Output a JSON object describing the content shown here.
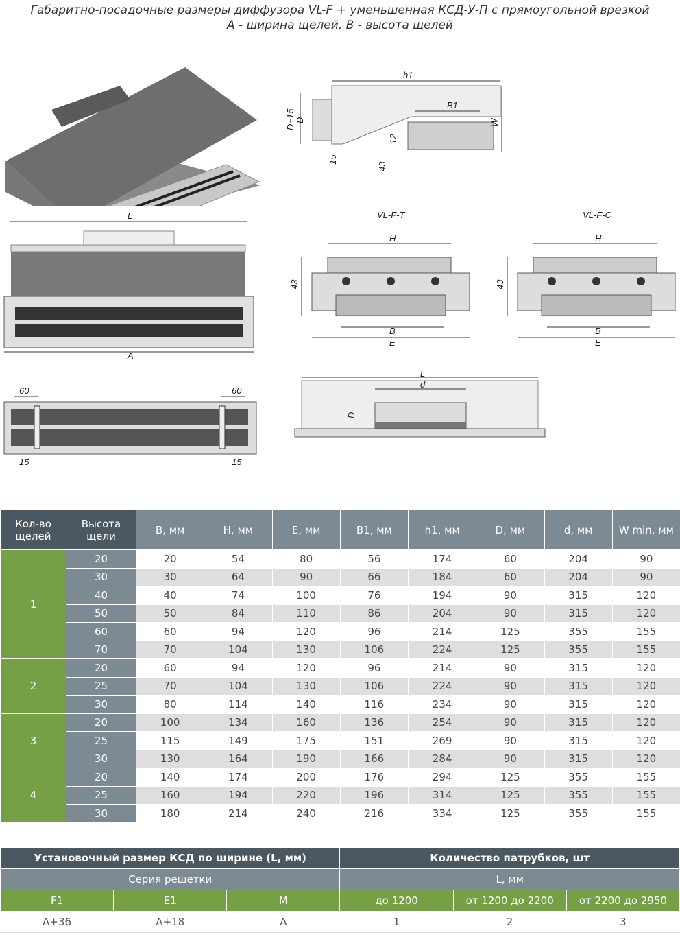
{
  "title": {
    "line1": "Габаритно-посадочные размеры диффузора VL-F + уменьшенная КСД-У-П с прямоугольной врезкой",
    "line2": "А - ширина щелей, В - высота щелей"
  },
  "drawings": {
    "side": {
      "h1": "h1",
      "B1": "B1",
      "D15": "D+15",
      "D": "D",
      "W": "W",
      "d12": "12",
      "d15": "15",
      "d43": "43"
    },
    "front": {
      "L": "L",
      "A": "A"
    },
    "vlft": {
      "name": "VL-F-T",
      "H": "H",
      "B": "B",
      "E": "E",
      "h43": "43"
    },
    "vlfc": {
      "name": "VL-F-C",
      "H": "H",
      "B": "B",
      "E": "E",
      "h43": "43"
    },
    "bottom": {
      "a60l": "60",
      "a60r": "60",
      "a15l": "15",
      "a15r": "15"
    },
    "top": {
      "L": "L",
      "d": "d",
      "D": "D"
    }
  },
  "table1": {
    "headers": [
      "Кол-во щелей",
      "Высота щели",
      "B, мм",
      "H, мм",
      "E, мм",
      "B1, мм",
      "h1, мм",
      "D, мм",
      "d, мм",
      "W min, мм"
    ],
    "groups": [
      {
        "slots": "1",
        "rows": [
          [
            "20",
            "20",
            "54",
            "80",
            "56",
            "174",
            "60",
            "204",
            "90"
          ],
          [
            "30",
            "30",
            "64",
            "90",
            "66",
            "184",
            "60",
            "204",
            "90"
          ],
          [
            "40",
            "40",
            "74",
            "100",
            "76",
            "194",
            "90",
            "315",
            "120"
          ],
          [
            "50",
            "50",
            "84",
            "110",
            "86",
            "204",
            "90",
            "315",
            "120"
          ],
          [
            "60",
            "60",
            "94",
            "120",
            "96",
            "214",
            "125",
            "355",
            "155"
          ],
          [
            "70",
            "70",
            "104",
            "130",
            "106",
            "224",
            "125",
            "355",
            "155"
          ]
        ]
      },
      {
        "slots": "2",
        "rows": [
          [
            "20",
            "60",
            "94",
            "120",
            "96",
            "214",
            "90",
            "315",
            "120"
          ],
          [
            "25",
            "70",
            "104",
            "130",
            "106",
            "224",
            "90",
            "315",
            "120"
          ],
          [
            "30",
            "80",
            "114",
            "140",
            "116",
            "234",
            "90",
            "315",
            "120"
          ]
        ]
      },
      {
        "slots": "3",
        "rows": [
          [
            "20",
            "100",
            "134",
            "160",
            "136",
            "254",
            "90",
            "315",
            "120"
          ],
          [
            "25",
            "115",
            "149",
            "175",
            "151",
            "269",
            "90",
            "315",
            "120"
          ],
          [
            "30",
            "130",
            "164",
            "190",
            "166",
            "284",
            "90",
            "315",
            "120"
          ]
        ]
      },
      {
        "slots": "4",
        "rows": [
          [
            "20",
            "140",
            "174",
            "200",
            "176",
            "294",
            "125",
            "355",
            "155"
          ],
          [
            "25",
            "160",
            "194",
            "220",
            "196",
            "314",
            "125",
            "355",
            "155"
          ],
          [
            "30",
            "180",
            "214",
            "240",
            "216",
            "334",
            "125",
            "355",
            "155"
          ]
        ]
      }
    ]
  },
  "table2": {
    "h_left": "Установочный размер КСД по ширине (L, мм)",
    "h_right": "Количество патрубков, шт",
    "sub_left": "Серия решетки",
    "sub_right": "L, мм",
    "cols": [
      "F1",
      "E1",
      "M",
      "до 1200",
      "от 1200 до 2200",
      "от 2200 до 2950"
    ],
    "values": [
      "A+36",
      "A+18",
      "A",
      "1",
      "2",
      "3"
    ]
  },
  "colors": {
    "dark": "#4b5761",
    "mid": "#7b8a93",
    "green": "#76a045"
  }
}
